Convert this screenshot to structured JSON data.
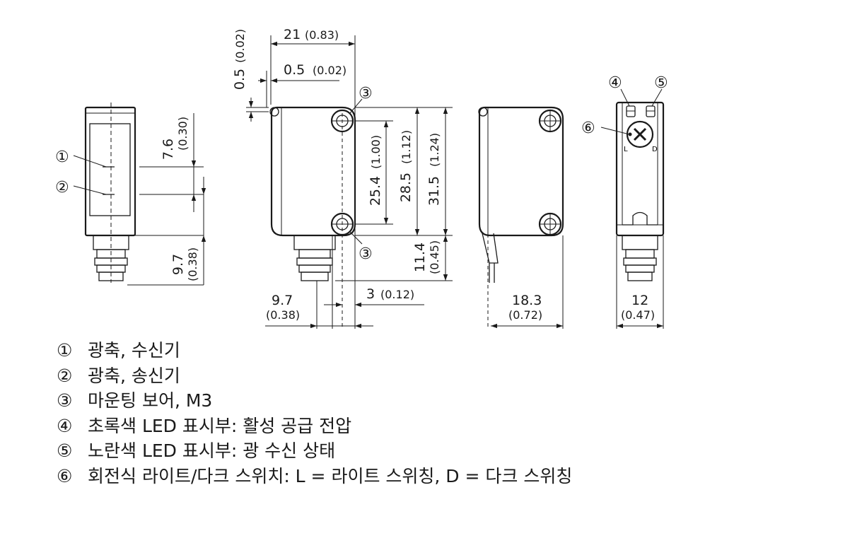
{
  "callouts": [
    "①",
    "②",
    "③",
    "④",
    "⑤",
    "⑥"
  ],
  "dimensions": {
    "front_upper": {
      "mm": "7.6",
      "inch": "(0.30)"
    },
    "front_lower": {
      "mm": "9.7",
      "inch": "(0.38)"
    },
    "tiny": {
      "mm": "0.5",
      "inch": "(0.02)"
    },
    "width_side": {
      "mm": "21",
      "inch": "(0.83)"
    },
    "lens_offset": {
      "mm": "0.5",
      "inch": "(0.02)"
    },
    "hole_spacing": {
      "mm": "25.4",
      "inch": "(1.00)"
    },
    "hole_outer": {
      "mm": "28.5",
      "inch": "(1.12)"
    },
    "height": {
      "mm": "31.5",
      "inch": "(1.24)"
    },
    "connector_len": {
      "mm": "11.4",
      "inch": "(0.45)"
    },
    "connector_offset": {
      "mm": "9.7",
      "inch": "(0.38)"
    },
    "hole_edge": {
      "mm": "3",
      "inch": "(0.12)"
    },
    "cable_view_width": {
      "mm": "18.3",
      "inch": "(0.72)"
    },
    "depth": {
      "mm": "12",
      "inch": "(0.47)"
    }
  },
  "switch_labels": {
    "left": "L",
    "right": "D"
  },
  "legend": [
    {
      "num": "①",
      "text": "광축, 수신기"
    },
    {
      "num": "②",
      "text": "광축, 송신기"
    },
    {
      "num": "③",
      "text": "마운팅 보어, M3"
    },
    {
      "num": "④",
      "text": "초록색 LED 표시부: 활성 공급 전압"
    },
    {
      "num": "⑤",
      "text": "노란색 LED 표시부: 광 수신 상태"
    },
    {
      "num": "⑥",
      "text": "회전식 라이트/다크 스위치: L = 라이트 스위칭, D = 다크 스위칭"
    }
  ]
}
